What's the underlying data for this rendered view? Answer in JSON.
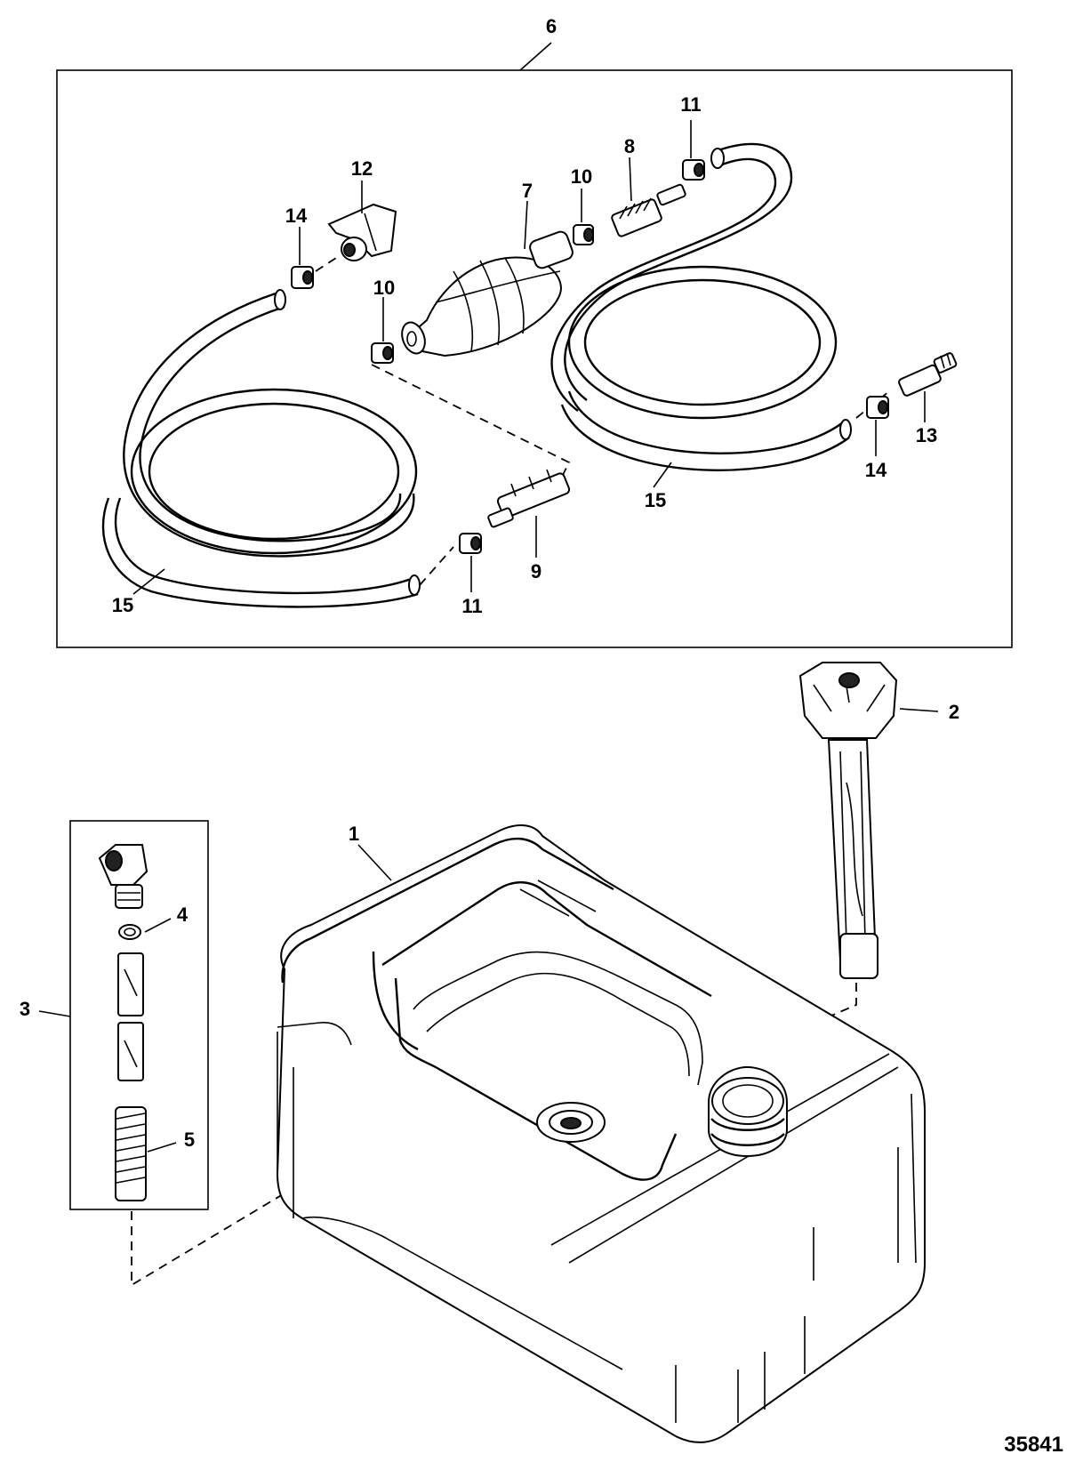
{
  "callouts": {
    "c1": "1",
    "c2": "2",
    "c3": "3",
    "c4": "4",
    "c5": "5",
    "c6": "6",
    "c7": "7",
    "c8": "8",
    "c9": "9",
    "c10a": "10",
    "c10b": "10",
    "c11a": "11",
    "c11b": "11",
    "c12": "12",
    "c13": "13",
    "c14a": "14",
    "c14b": "14",
    "c15a": "15",
    "c15b": "15"
  },
  "figure_number": "35841"
}
